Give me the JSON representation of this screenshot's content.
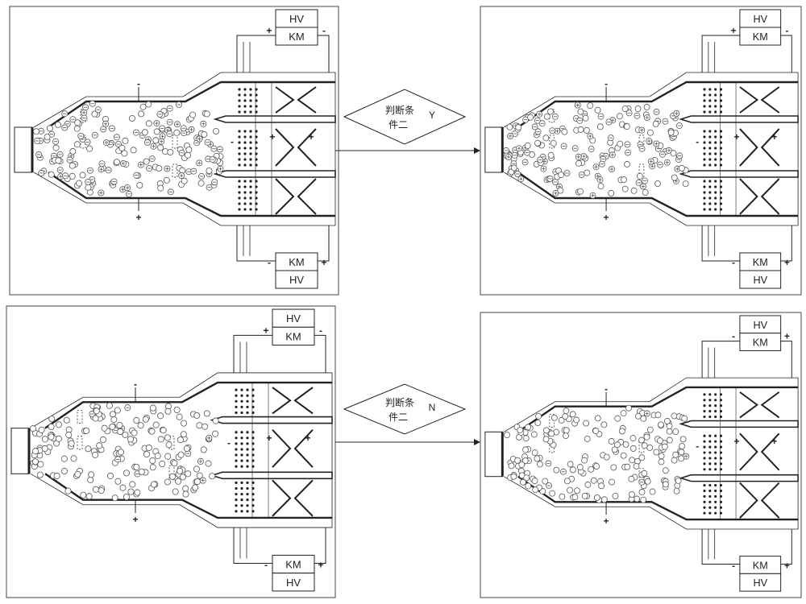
{
  "labels": {
    "hv": "HV",
    "km": "KM",
    "plus": "+",
    "minus": "-"
  },
  "conditions": [
    {
      "line1": "判断条",
      "line2": "件二",
      "result": "Y"
    },
    {
      "line1": "判断条",
      "line2": "件二",
      "result": "N"
    }
  ],
  "panels": [
    {
      "id": "top-left",
      "state": "charged",
      "charged_ratio": 0.55,
      "top_terminal_order": [
        "+",
        "-"
      ],
      "bottom_terminal_order": [
        "-",
        "+"
      ]
    },
    {
      "id": "top-right",
      "state": "charged-focused",
      "charged_ratio": 0.6,
      "top_terminal_order": [
        "+",
        "-"
      ],
      "bottom_terminal_order": [
        "-",
        "+"
      ]
    },
    {
      "id": "bottom-left",
      "state": "mostly-neutral",
      "charged_ratio": 0.08,
      "top_terminal_order": [
        "+",
        "-"
      ],
      "bottom_terminal_order": [
        "-",
        "+"
      ]
    },
    {
      "id": "bottom-right",
      "state": "mostly-neutral",
      "charged_ratio": 0.06,
      "top_terminal_order": [
        "-",
        "+"
      ],
      "bottom_terminal_order": [
        "-",
        "+"
      ]
    }
  ],
  "colors": {
    "line": "#222222",
    "panel_border": "#444444",
    "particle": "#555555"
  }
}
